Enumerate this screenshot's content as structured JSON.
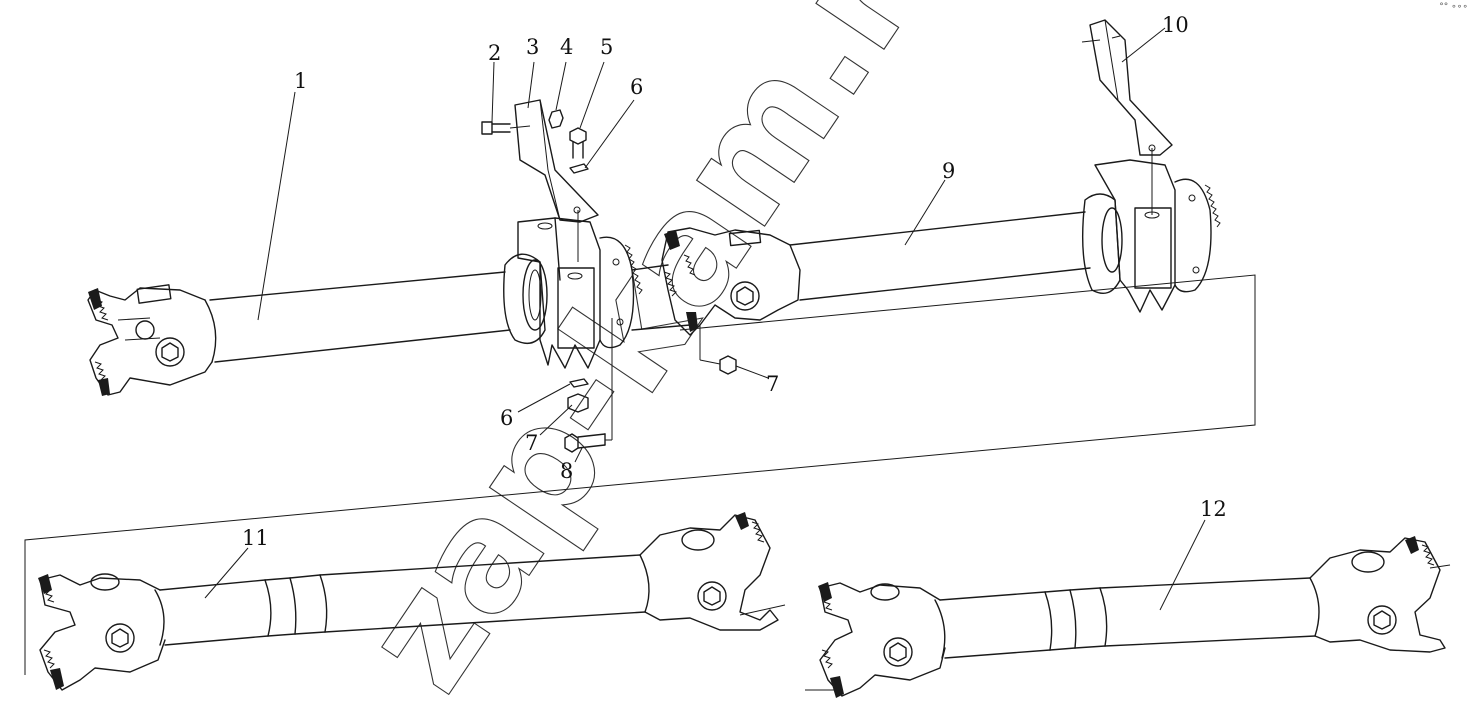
{
  "callouts": [
    {
      "id": "1",
      "text": "1"
    },
    {
      "id": "2",
      "text": "2"
    },
    {
      "id": "3",
      "text": "3"
    },
    {
      "id": "4",
      "text": "4"
    },
    {
      "id": "5",
      "text": "5"
    },
    {
      "id": "6a",
      "text": "6"
    },
    {
      "id": "6b",
      "text": "6"
    },
    {
      "id": "7a",
      "text": "7"
    },
    {
      "id": "7b",
      "text": "7"
    },
    {
      "id": "8",
      "text": "8"
    },
    {
      "id": "9",
      "text": "9"
    },
    {
      "id": "10",
      "text": "10"
    },
    {
      "id": "11",
      "text": "11"
    },
    {
      "id": "12",
      "text": "12"
    }
  ],
  "watermark": "zap-kam.ru",
  "corner_mark": "°° ∘∘∘"
}
